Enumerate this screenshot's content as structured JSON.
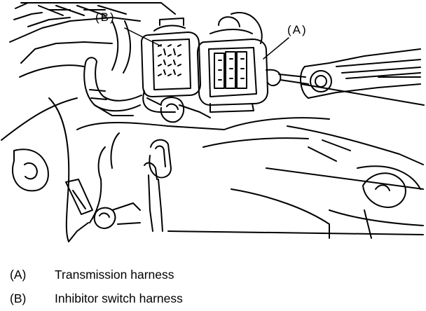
{
  "callouts": {
    "a": "(A)",
    "b": "(B)"
  },
  "legend": [
    {
      "key": "(A)",
      "text": "Transmission harness"
    },
    {
      "key": "(B)",
      "text": "Inhibitor switch harness"
    }
  ]
}
